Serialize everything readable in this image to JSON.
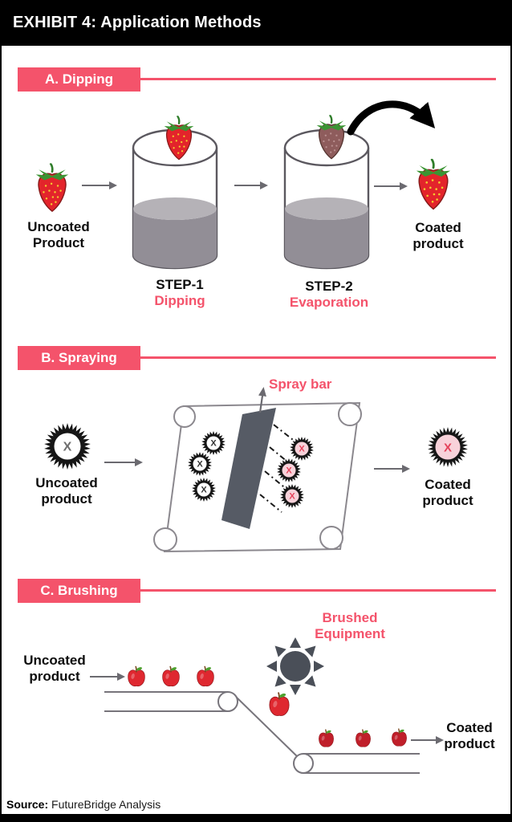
{
  "header": {
    "title": "EXHIBIT 4: Application Methods"
  },
  "colors": {
    "accent_pink": "#F4536B",
    "arrow_gray": "#6B6A70",
    "liquid_gray_dark": "#928E96",
    "liquid_gray_light": "#B5B2B7",
    "equipment_slate": "#4A4F58",
    "product_black": "#161616",
    "coated_pink_fill": "#F8D2DA",
    "coated_x_red": "#E4425A"
  },
  "icons": {
    "strawberry-icon": "red strawberry fruit",
    "dipped-strawberry-icon": "brown coated strawberry",
    "beaker-icon": "cylindrical beaker with gray liquid",
    "burst-icon": "spiky ball product with letter",
    "brush-icon": "rotary brush sun shape",
    "apple-icon": "red apple fruit",
    "arrow-icon": "gray flow arrow",
    "curved-arrow-icon": "thick black curved transfer arrow",
    "spray-bar-icon": "dark slanted spray bar",
    "conveyor-icon": "conveyor belt with rollers"
  },
  "sections": {
    "dipping": {
      "label": "A. Dipping",
      "uncoated_label": "Uncoated Product",
      "step1_title": "STEP-1",
      "step1_sub": "Dipping",
      "step2_title": "STEP-2",
      "step2_sub": "Evaporation",
      "coated_label": "Coated product"
    },
    "spraying": {
      "label": "B. Spraying",
      "spray_bar_label": "Spray bar",
      "uncoated_label": "Uncoated product",
      "coated_label": "Coated product",
      "product_letter": "X"
    },
    "brushing": {
      "label": "C. Brushing",
      "equipment_label": "Brushed Equipment",
      "uncoated_label": "Uncoated product",
      "coated_label": "Coated product"
    }
  },
  "footer": {
    "source_label": "Source:",
    "source_text": "FutureBridge Analysis"
  }
}
